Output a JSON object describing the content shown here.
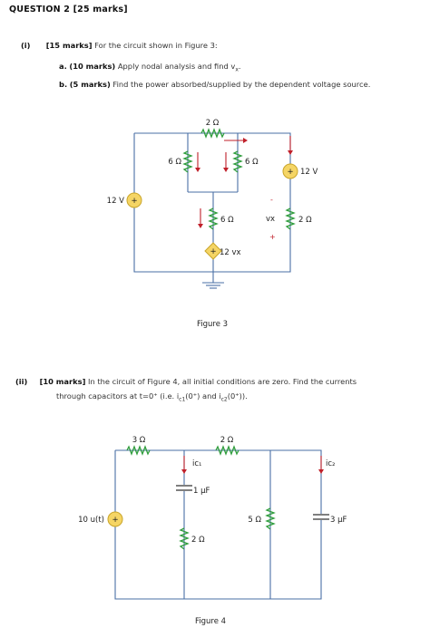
{
  "header": {
    "title": "QUESTION 2 [25 marks]"
  },
  "part_i": {
    "num": "(i)",
    "marks": "[15 marks]",
    "text": " For the circuit shown in Figure 3:",
    "a": {
      "label": "a.",
      "marks": "(10 marks)",
      "text": " Apply nodal analysis and find v",
      "sub": "x",
      "end": "."
    },
    "b": {
      "label": "b.",
      "marks": "(5 marks)",
      "text": " Find the power absorbed/supplied by the dependent voltage source."
    }
  },
  "figure3": {
    "caption": "Figure 3",
    "r_top": "2 Ω",
    "r_left": "6 Ω",
    "r_right": "6 Ω",
    "r_mid": "6 Ω",
    "r_far": "2 Ω",
    "v_left": "12 V",
    "v_right": "12 V",
    "dep_source": "12 vx",
    "vx_label": "vx",
    "minus": "-",
    "plus": "+"
  },
  "part_ii": {
    "num": "(ii)",
    "marks": "[10 marks]",
    "line1": " In the circuit of Figure 4, all initial conditions are zero. Find the currents",
    "line2": "through capacitors at t=0⁺ (i.e. i",
    "sub1": "c1",
    "mid": "(0⁺) and i",
    "sub2": "c2",
    "end": "(0⁺))."
  },
  "figure4": {
    "caption": "Figure 4",
    "r_top_left": "3 Ω",
    "r_top_right": "2 Ω",
    "r_mid": "2 Ω",
    "r_right": "5 Ω",
    "c1": "1 µF",
    "c2": "3 µF",
    "source": "10 u(t)",
    "ic1": "ic₁",
    "ic2": "ic₂"
  },
  "colors": {
    "wire": "#4a6fa5",
    "resistor": "#2e9d3b",
    "arrow": "#c0202a",
    "source_fill": "#f5d565"
  }
}
